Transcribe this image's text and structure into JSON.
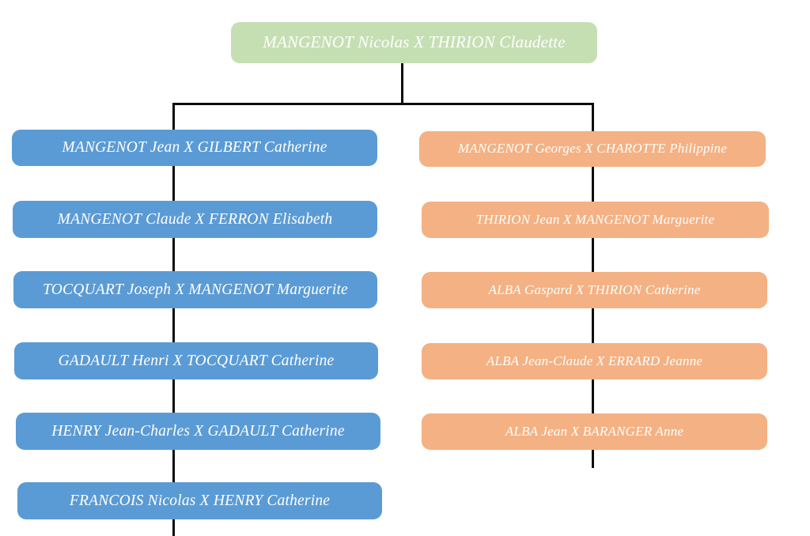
{
  "diagram": {
    "title_node": {
      "label": "MANGENOT Nicolas X THIRION Claudette",
      "color": "#c5dfb3"
    },
    "colors": {
      "root": "#c5dfb3",
      "left_branch": "#5b9bd5",
      "right_branch": "#f4b183",
      "connector": "#0d0d0d",
      "background": "#ffffff",
      "text": "#ffffff"
    },
    "left_branch": {
      "color": "#5b9bd5",
      "nodes": [
        {
          "label": "MANGENOT Jean X GILBERT Catherine"
        },
        {
          "label": "MANGENOT Claude X FERRON Elisabeth"
        },
        {
          "label": "TOCQUART Joseph X MANGENOT Marguerite"
        },
        {
          "label": "GADAULT Henri X TOCQUART Catherine"
        },
        {
          "label": "HENRY Jean-Charles X GADAULT Catherine"
        },
        {
          "label": "FRANCOIS Nicolas X HENRY Catherine"
        }
      ]
    },
    "right_branch": {
      "color": "#f4b183",
      "nodes": [
        {
          "label": "MANGENOT Georges X CHAROTTE Philippine"
        },
        {
          "label": "THIRION Jean  X MANGENOT Marguerite"
        },
        {
          "label": "ALBA Gaspard  X THIRION Catherine"
        },
        {
          "label": "ALBA Jean-Claude  X ERRARD Jeanne"
        },
        {
          "label": "ALBA Jean  X BARANGER Anne"
        }
      ]
    }
  }
}
